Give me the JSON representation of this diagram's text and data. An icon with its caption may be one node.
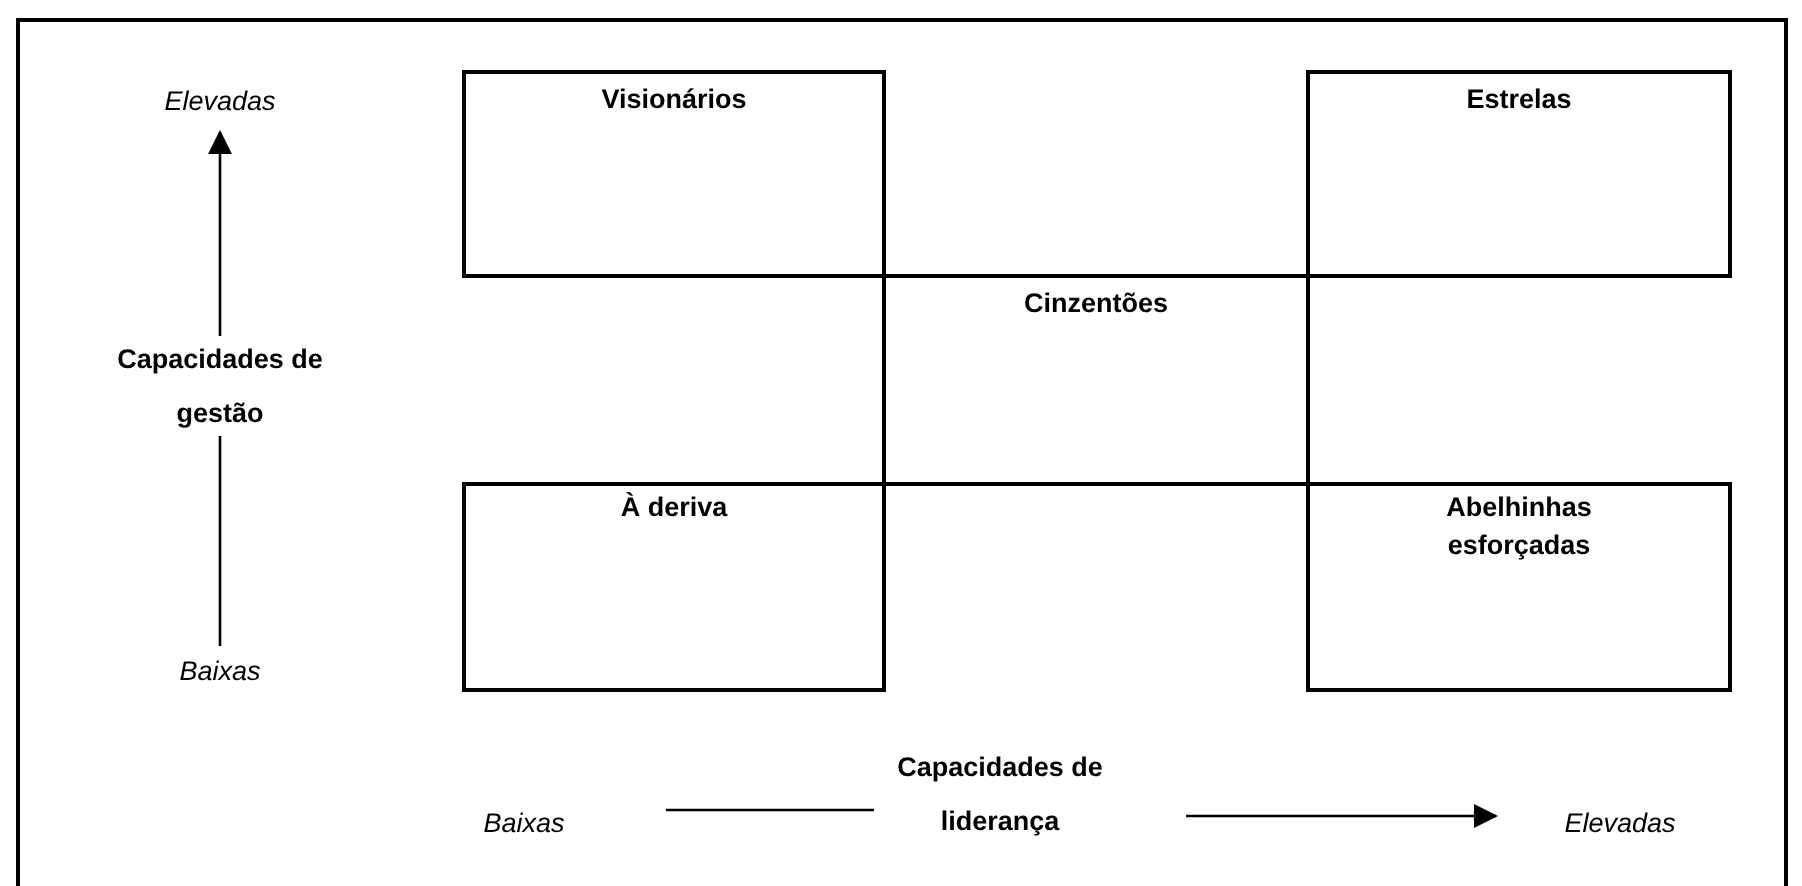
{
  "diagram": {
    "nodes": [
      {
        "text": [
          "Visionários"
        ]
      },
      {
        "text": [
          "Estrelas"
        ]
      },
      {
        "text": [
          "Cinzentões"
        ]
      },
      {
        "text": [
          "À deriva"
        ]
      },
      {
        "text": [
          "Abelhinhas esforçadas"
        ]
      }
    ],
    "labels": [
      "Elevadas",
      "Capacidades de gestão",
      "Baixas",
      "Capacidades de liderança",
      "Baixas",
      "Elevadas"
    ]
  }
}
